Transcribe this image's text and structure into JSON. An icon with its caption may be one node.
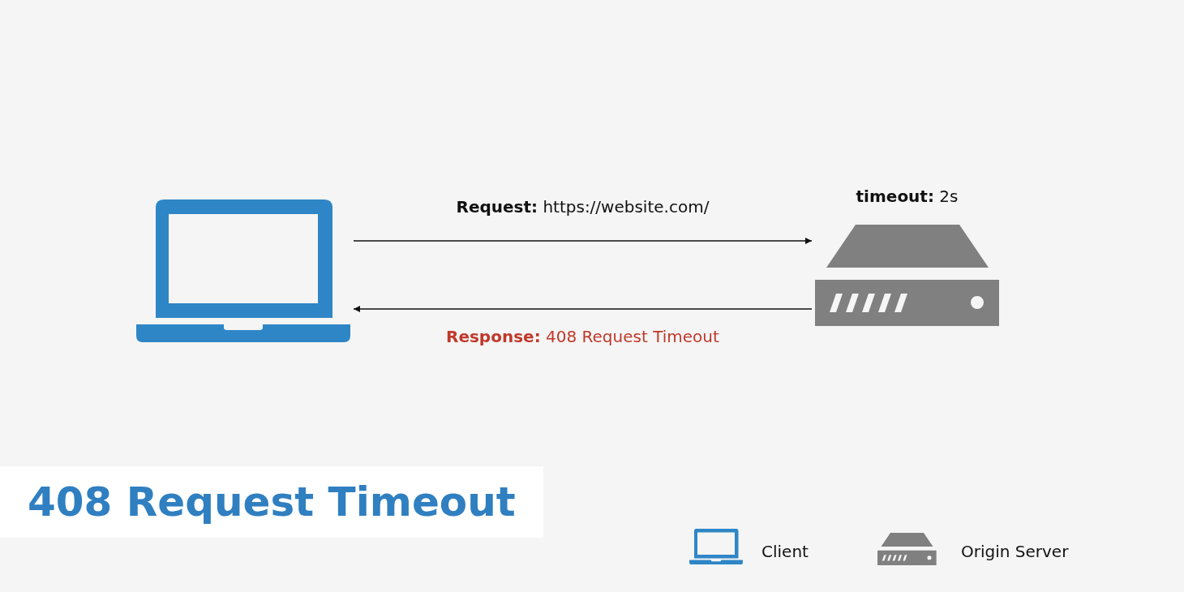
{
  "diagram": {
    "title": "408 Request Timeout",
    "nodes": [
      {
        "text": [],
        "shape": "picture"
      },
      {
        "text": [],
        "shape": "picture",
        "beside": [
          "**timeout:** 2s"
        ]
      }
    ],
    "edges": [
      {
        "from": 0,
        "to": 1,
        "arrow": "to",
        "label": "**Request:** https://website.com/"
      },
      {
        "from": 1,
        "to": 0,
        "arrow": "to",
        "label": "**Response:** 408 Request Timeout"
      }
    ],
    "legend": [
      {
        "text": "Client"
      },
      {
        "text": "Origin Server"
      }
    ]
  }
}
